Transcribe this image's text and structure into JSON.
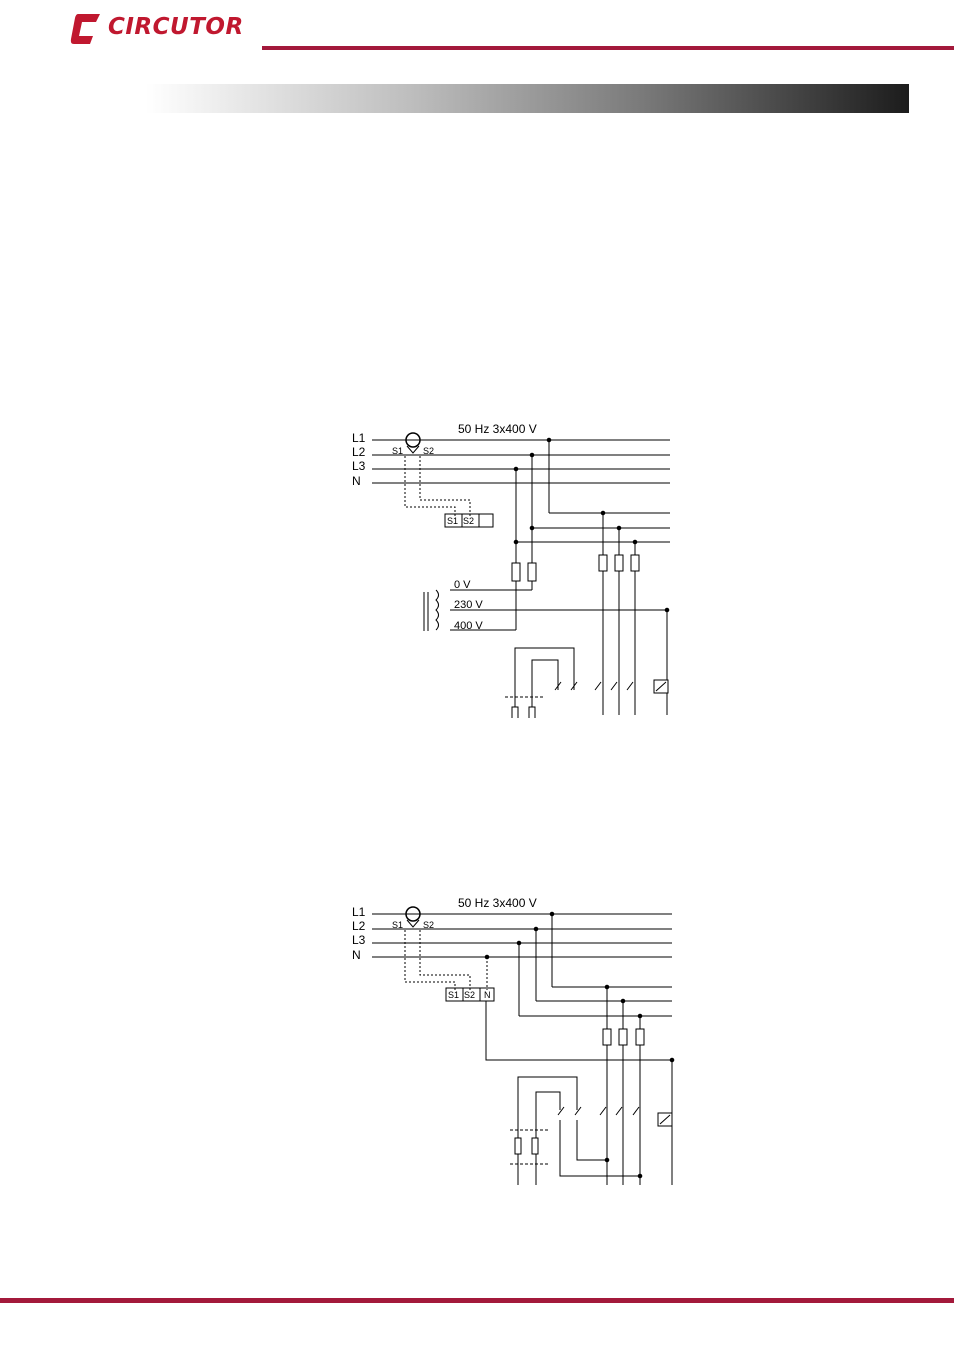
{
  "header": {
    "logo_text": "CIRCUTOR"
  },
  "diagram_1": {
    "supply_label": "50 Hz 3x400 V",
    "lines": [
      "L1",
      "L2",
      "L3",
      "N"
    ],
    "ct_left": "S1",
    "ct_right": "S2",
    "terminals": [
      "S1",
      "S2"
    ],
    "tap_0": "0 V",
    "tap_230": "230 V",
    "tap_400": "400 V"
  },
  "diagram_2": {
    "supply_label": "50 Hz 3x400 V",
    "lines": [
      "L1",
      "L2",
      "L3",
      "N"
    ],
    "ct_left": "S1",
    "ct_right": "S2",
    "terminals": [
      "S1",
      "S2",
      "N"
    ]
  }
}
